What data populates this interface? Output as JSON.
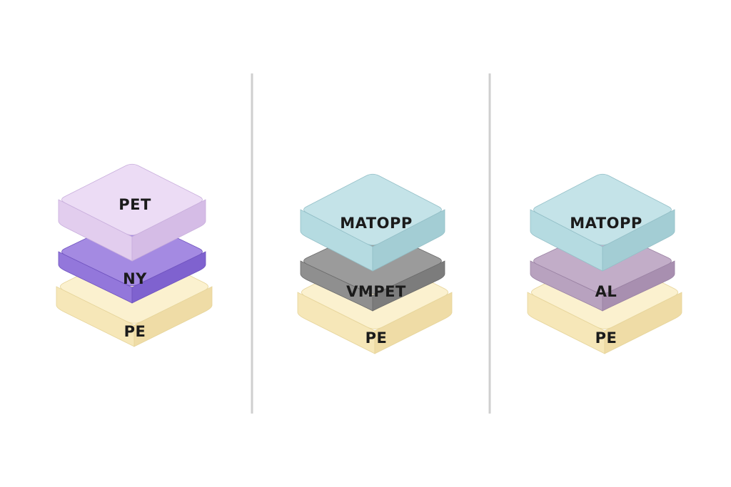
{
  "stacks": [
    {
      "name": "pet-ny-pe",
      "layers": [
        {
          "label": "PE",
          "top": "#fbf1cf",
          "left": "#f6e7b8",
          "right": "#efdca6",
          "edge": "#e6d49a"
        },
        {
          "label": "NY",
          "top": "#a48ae2",
          "left": "#9377db",
          "right": "#7f62cf",
          "edge": "#6f53bf"
        },
        {
          "label": "PET",
          "top": "#ecdcf5",
          "left": "#e2cdee",
          "right": "#d5bce6",
          "edge": "#c8aedc"
        }
      ]
    },
    {
      "name": "matopp-vmpet-pe",
      "layers": [
        {
          "label": "PE",
          "top": "#fbf1cf",
          "left": "#f6e7b8",
          "right": "#efdca6",
          "edge": "#e6d49a"
        },
        {
          "label": "VMPET",
          "top": "#9b9b9b",
          "left": "#8f8f8f",
          "right": "#7c7c7c",
          "edge": "#6b6b6b"
        },
        {
          "label": "MATOPP",
          "top": "#c4e3e8",
          "left": "#b5dbe1",
          "right": "#a3cdd4",
          "edge": "#93bfc7"
        }
      ]
    },
    {
      "name": "matopp-al-pe",
      "layers": [
        {
          "label": "PE",
          "top": "#fbf1cf",
          "left": "#f6e7b8",
          "right": "#efdca6",
          "edge": "#e6d49a"
        },
        {
          "label": "AL",
          "top": "#c2adc8",
          "left": "#b8a2bf",
          "right": "#a88fb0",
          "edge": "#9a82a3"
        },
        {
          "label": "MATOPP",
          "top": "#c4e3e8",
          "left": "#b5dbe1",
          "right": "#a3cdd4",
          "edge": "#93bfc7"
        }
      ]
    }
  ],
  "divider_color": "#cfcfcf"
}
